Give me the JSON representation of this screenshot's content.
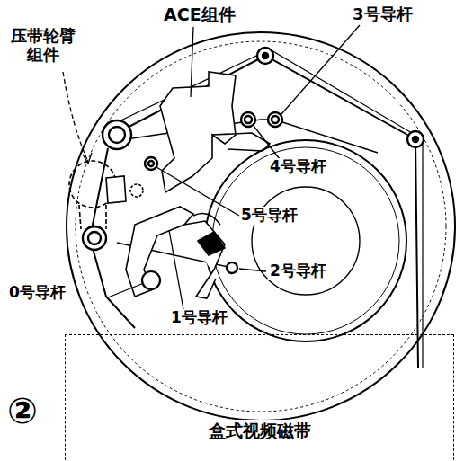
{
  "diagram": {
    "nodes": [
      {
        "text": [
          "盒式视频磁带"
        ]
      }
    ],
    "labels": [
      "ACE组件",
      "3号导杆",
      "压带轮臂 组件",
      "4号导杆",
      "5号导杆",
      "2号导杆",
      "0号导杆",
      "1号导杆",
      "②"
    ]
  }
}
